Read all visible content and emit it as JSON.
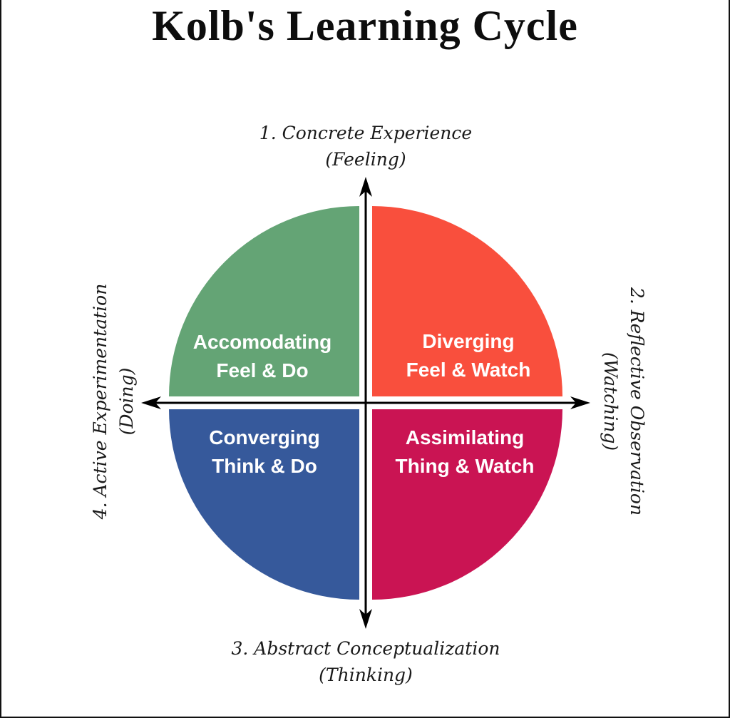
{
  "title": "Kolb's Learning Cycle",
  "axes": {
    "top": {
      "line1": "1. Concrete Experience",
      "line2": "(Feeling)"
    },
    "right": {
      "line1": "2. Reflective Observation",
      "line2": "(Watching)"
    },
    "bottom": {
      "line1": "3. Abstract Conceptualization",
      "line2": "(Thinking)"
    },
    "left": {
      "line1": "4. Active Experimentation",
      "line2": "(Doing)"
    }
  },
  "quadrants": {
    "top_left": {
      "name": "Accomodating",
      "style": "Feel & Do",
      "color": "#64A475"
    },
    "top_right": {
      "name": "Diverging",
      "style": "Feel & Watch",
      "color": "#F94F3D"
    },
    "bottom_left": {
      "name": "Converging",
      "style": "Think & Do",
      "color": "#36599B"
    },
    "bottom_right": {
      "name": "Assimilating",
      "style": "Thing & Watch",
      "color": "#CA1453"
    }
  },
  "colors": {
    "background": "#ffffff",
    "border": "#111111",
    "arrow": "#000000",
    "quadrant_text": "#ffffff",
    "title_text": "#0d0d0d"
  }
}
